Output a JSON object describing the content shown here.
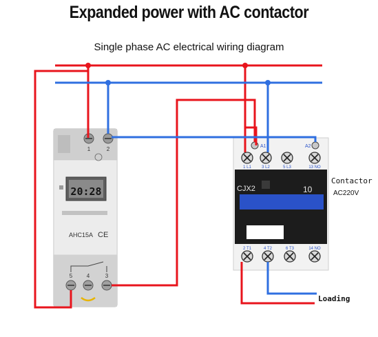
{
  "title": "Expanded power with AC contactor",
  "subtitle": "Single phase AC electrical wiring diagram",
  "timer": {
    "display": "20:28",
    "model": "AHC15A",
    "ce_mark": "CE",
    "top_terminals": [
      "1",
      "2"
    ],
    "bottom_terminals": [
      "5",
      "4",
      "3"
    ]
  },
  "contactor": {
    "model_label": "CJX2",
    "rating_label": "10",
    "side_label": "Contactor",
    "voltage_label": "AC220V",
    "coil_labels": [
      "A1",
      "A2"
    ],
    "top_terminal_labels": [
      "1 L1",
      "3 L2",
      "5 L3",
      "13 NO"
    ],
    "bottom_terminal_labels": [
      "2 T1",
      "4 T2",
      "6 T3",
      "14 NO"
    ]
  },
  "load_label": "Loading",
  "colors": {
    "live": "#e8141c",
    "neutral": "#2f6fe0",
    "timer_body": "#dcdcdc",
    "contactor_body": "#1c1c1c",
    "accent_blue": "#2a52c8"
  }
}
